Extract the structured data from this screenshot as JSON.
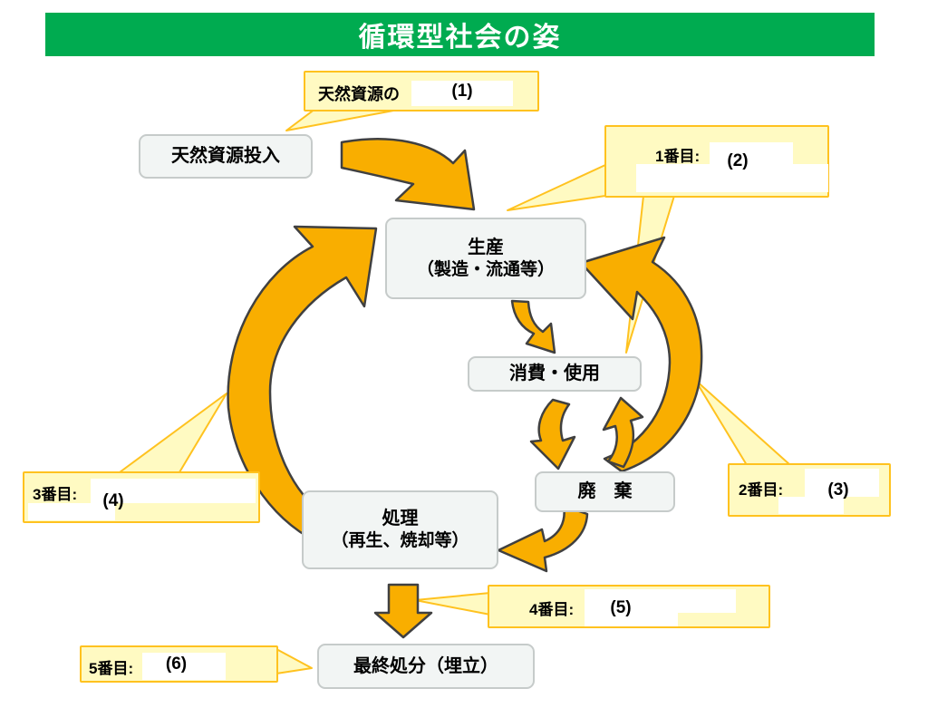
{
  "title": "循環型社会の姿",
  "colors": {
    "header-green": "#00AB50",
    "arrow-fill": "#F9AE00",
    "arrow-stroke": "#404040",
    "callout-fill": "#FFFAC2",
    "callout-border": "#FFC21F",
    "node-fill": "#F2F5F4",
    "node-border": "#C6CBCA",
    "blank-fill": "#FFFFFF"
  },
  "nodes": {
    "input": "天然資源投入",
    "production": {
      "line1": "生産",
      "line2": "（製造・流通等）"
    },
    "consumption": "消費・使用",
    "disposal": "廃　棄",
    "treatment": {
      "line1": "処理",
      "line2": "（再生、焼却等）"
    },
    "final": "最終処分（埋立）"
  },
  "callouts": {
    "resource": {
      "label": "天然資源の",
      "answer": "(1)"
    },
    "first": {
      "label": "1番目:",
      "answer": "(2)"
    },
    "second": {
      "label": "2番目:",
      "answer": "(3)"
    },
    "third": {
      "label": "3番目:",
      "answer": "(4)"
    },
    "fourth": {
      "label": "4番目:",
      "answer": "(5)"
    },
    "fifth": {
      "label": "5番目:",
      "answer": "(6)"
    }
  }
}
